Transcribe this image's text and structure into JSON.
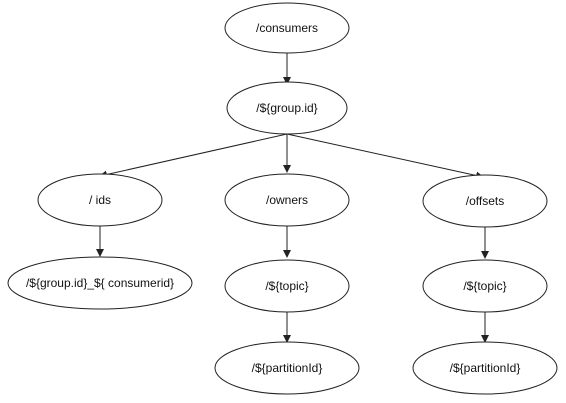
{
  "diagram": {
    "nodes": [
      {
        "id": "consumers",
        "label": "/consumers"
      },
      {
        "id": "groupid",
        "label": "/${group.id}"
      },
      {
        "id": "ids",
        "label": "/ ids"
      },
      {
        "id": "owners",
        "label": "/owners"
      },
      {
        "id": "offsets",
        "label": "/offsets"
      },
      {
        "id": "groupid_consumerid",
        "label": "/${group.id}_${ consumerid}"
      },
      {
        "id": "topic_owners",
        "label": "/${topic}"
      },
      {
        "id": "topic_offsets",
        "label": "/${topic}"
      },
      {
        "id": "partition_owners",
        "label": "/${partitionId}"
      },
      {
        "id": "partition_offsets",
        "label": "/${partitionId}"
      }
    ],
    "edges": [
      {
        "from": "consumers",
        "to": "groupid"
      },
      {
        "from": "groupid",
        "to": "ids"
      },
      {
        "from": "groupid",
        "to": "owners"
      },
      {
        "from": "groupid",
        "to": "offsets"
      },
      {
        "from": "ids",
        "to": "groupid_consumerid"
      },
      {
        "from": "owners",
        "to": "topic_owners"
      },
      {
        "from": "offsets",
        "to": "topic_offsets"
      },
      {
        "from": "topic_owners",
        "to": "partition_owners"
      },
      {
        "from": "topic_offsets",
        "to": "partition_offsets"
      }
    ]
  }
}
